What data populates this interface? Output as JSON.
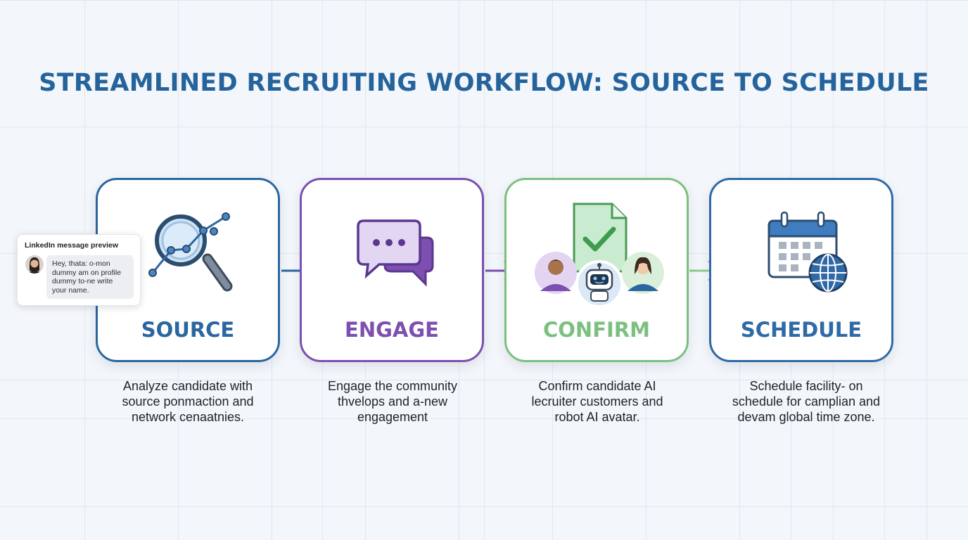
{
  "title": "STREAMLINED RECRUITING WORKFLOW: SOURCE TO SCHEDULE",
  "colors": {
    "source": "#2b66a0",
    "engage": "#7c4fb0",
    "confirm": "#7cc07f",
    "schedule": "#2f6aa6",
    "title": "#25639c"
  },
  "preview": {
    "title": "LinkedIn message preview",
    "message": "Hey, thata: o-mon dummy am on profile dummy to-ne write your name."
  },
  "steps": [
    {
      "label": "SOURCE",
      "icon": "magnifier-chart-icon",
      "desc_lines": [
        "Analyze candidate with",
        "source ponmaction and",
        "network cenaatnies."
      ]
    },
    {
      "label": "ENGAGE",
      "icon": "chat-bubbles-icon",
      "desc_lines": [
        "Engage the community",
        "thvelops and a-new",
        "engagement"
      ]
    },
    {
      "label": "CONFIRM",
      "icon": "document-check-people-robot-icon",
      "desc_lines": [
        "Confirm candidate AI",
        "lecruiter customers and",
        "robot AI avatar."
      ]
    },
    {
      "label": "SCHEDULE",
      "icon": "calendar-globe-icon",
      "desc_lines": [
        "Schedule facility- on",
        "schedule for camplian and",
        "devam global time zone."
      ]
    }
  ]
}
